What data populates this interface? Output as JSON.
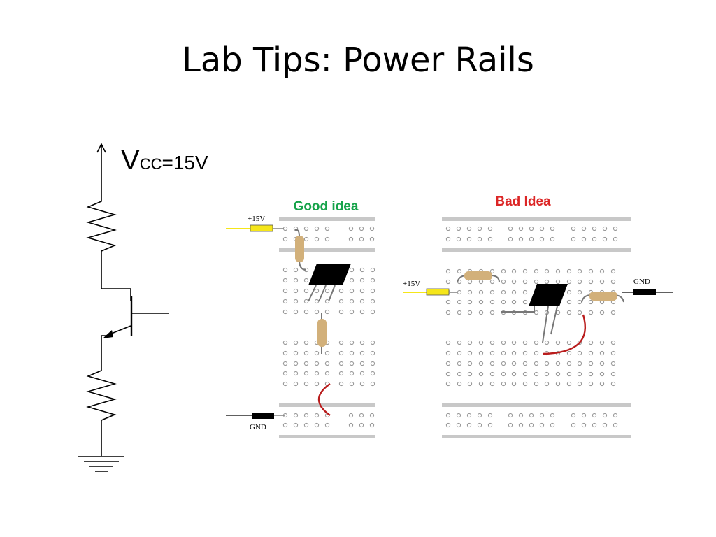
{
  "slide": {
    "title": "Lab Tips: Power Rails"
  },
  "schematic": {
    "vcc_main": "V",
    "vcc_sub": "CC",
    "vcc_value": "=15V"
  },
  "good_board": {
    "heading": "Good idea",
    "heading_color": "#16a34a",
    "supply_label": "+15V",
    "ground_label": "GND"
  },
  "bad_board": {
    "heading": "Bad Idea",
    "heading_color": "#dc2626",
    "supply_label": "+15V",
    "ground_label": "GND"
  },
  "colors": {
    "resistor": "#d2b07a",
    "jumper_red": "#b91c1c",
    "supply_wire": "#f5e61a",
    "ground_wire": "#000000",
    "rail": "#c8c8c8",
    "hole": "#9a9a9a"
  }
}
